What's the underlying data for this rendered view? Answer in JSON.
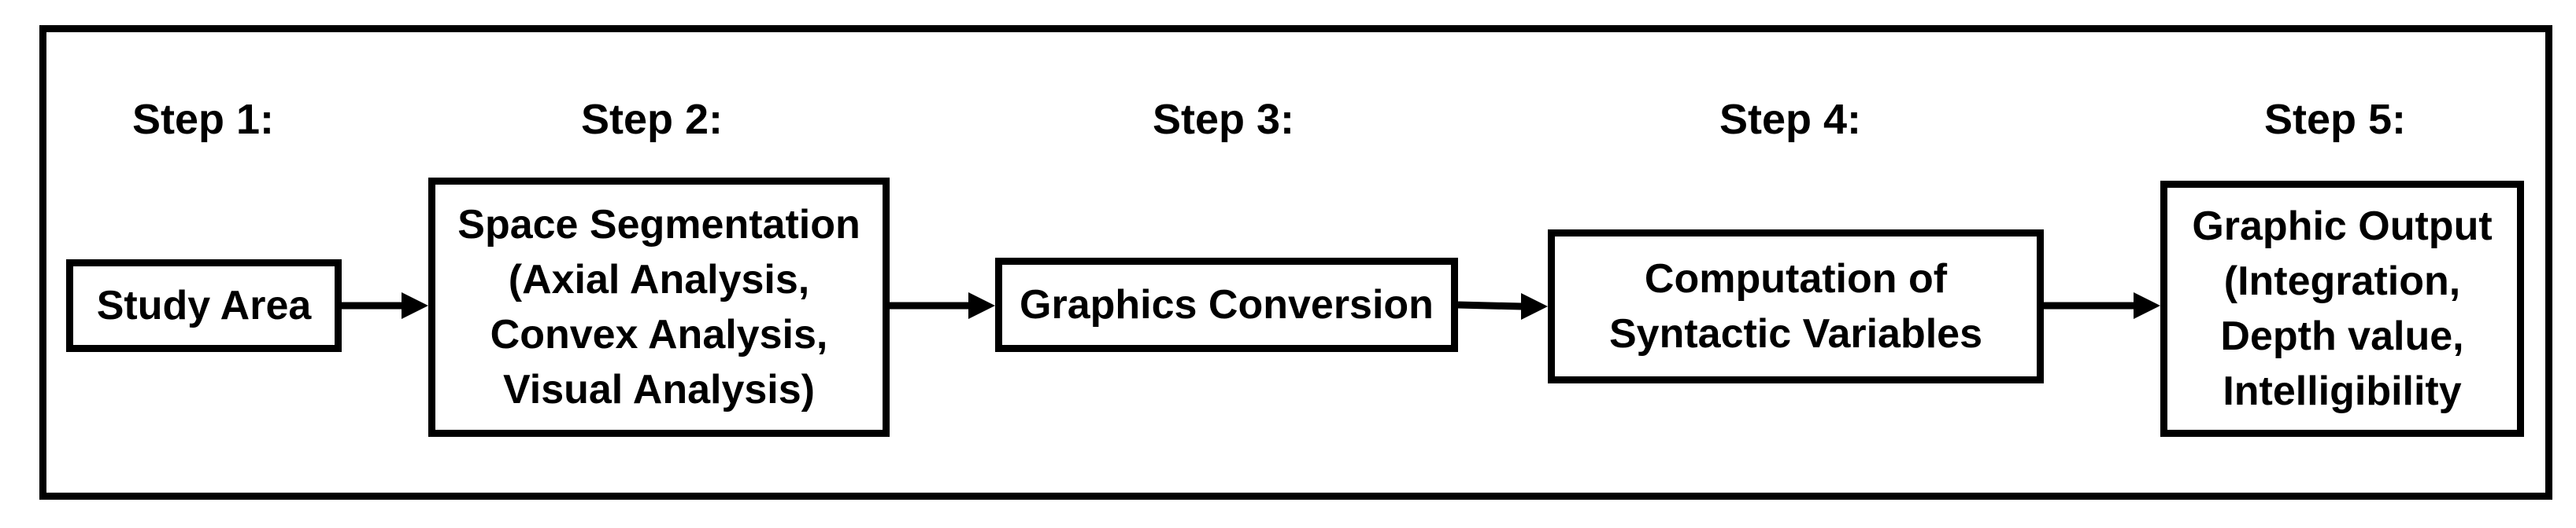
{
  "diagram": {
    "steps": [
      {
        "label": "Step 1:",
        "box_lines": [
          "Study Area"
        ]
      },
      {
        "label": "Step 2:",
        "box_lines": [
          "Space Segmentation",
          "(Axial Analysis,",
          "Convex Analysis,",
          "Visual Analysis)"
        ]
      },
      {
        "label": "Step 3:",
        "box_lines": [
          "Graphics Conversion"
        ]
      },
      {
        "label": "Step 4:",
        "box_lines": [
          "Computation of",
          "Syntactic Variables"
        ]
      },
      {
        "label": "Step 5:",
        "box_lines": [
          "Graphic Output",
          "(Integration,",
          "Depth value,",
          "Intelligibility"
        ]
      }
    ]
  }
}
